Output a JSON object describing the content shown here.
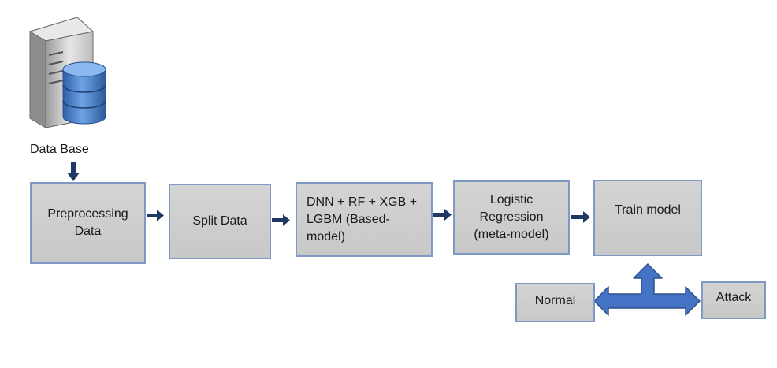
{
  "database": {
    "label": "Data Base",
    "icon": "database-server-icon"
  },
  "steps": [
    {
      "id": "preprocessing",
      "label": "Preprocessing Data"
    },
    {
      "id": "split",
      "label": "Split Data"
    },
    {
      "id": "base-models",
      "label": "DNN + RF + XGB + LGBM (Based-model)"
    },
    {
      "id": "meta-model",
      "label": "Logistic Regression (meta-model)"
    },
    {
      "id": "train",
      "label": "Train model"
    }
  ],
  "outputs": {
    "normal": "Normal",
    "attack": "Attack"
  },
  "colors": {
    "box_fill": "#d0d0d0",
    "box_border": "#7e9ac4",
    "arrow": "#1f3864",
    "big_arrow": "#4472c4",
    "cylinder": "#3f78c6"
  }
}
